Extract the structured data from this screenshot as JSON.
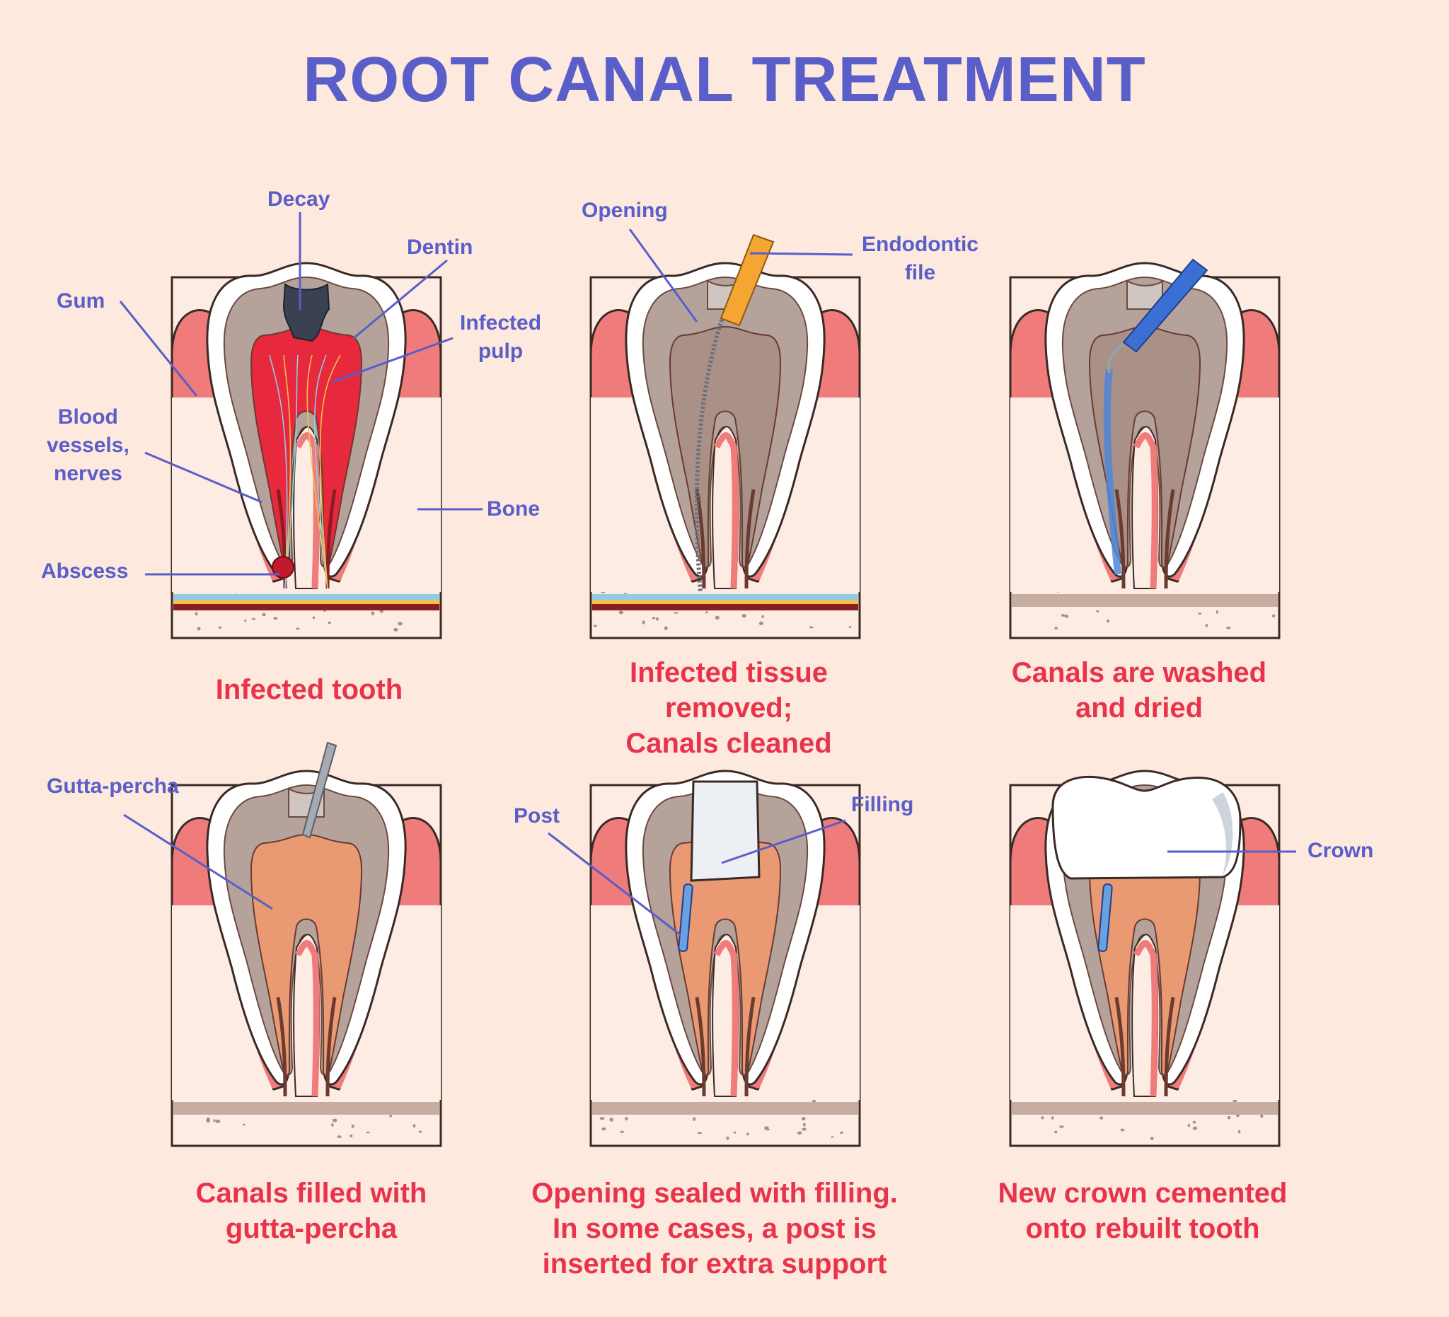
{
  "title": "ROOT CANAL TREATMENT",
  "colors": {
    "background": "#fde9de",
    "title": "#5a5ec8",
    "label": "#5a5ec8",
    "caption": "#e8334a",
    "gum": "#ef7b7b",
    "bone": "#fdece4",
    "dentin": "#b5a39b",
    "enamel": "#ffffff",
    "infected_pulp": "#e8283c",
    "gutta_percha": "#ea9a72",
    "instrument_blue": "#3b6fd4",
    "file_gold": "#f4a532"
  },
  "panels": [
    {
      "id": "infected-tooth",
      "caption": "Infected tooth",
      "state": "infected",
      "labels": [
        "Decay",
        "Dentin",
        "Gum",
        "Infected\npulp",
        "Blood\nvessels,\nnerves",
        "Bone",
        "Abscess"
      ]
    },
    {
      "id": "tissue-removed",
      "caption": "Infected tissue\nremoved;\nCanals cleaned",
      "state": "file",
      "labels": [
        "Opening",
        "Endodontic\nfile"
      ]
    },
    {
      "id": "washed-dried",
      "caption": "Canals are  washed\nand dried",
      "state": "wash",
      "labels": []
    },
    {
      "id": "gutta-percha",
      "caption": "Canals filled with\ngutta-percha",
      "state": "gutta",
      "labels": [
        "Gutta-percha"
      ]
    },
    {
      "id": "filling",
      "caption": "Opening sealed with filling.\nIn some cases, a post is\ninserted for extra support",
      "state": "filling",
      "labels": [
        "Post",
        "Filling"
      ]
    },
    {
      "id": "crown",
      "caption": "New crown cemented\nonto rebuilt tooth",
      "state": "crown",
      "labels": [
        "Crown"
      ]
    }
  ]
}
